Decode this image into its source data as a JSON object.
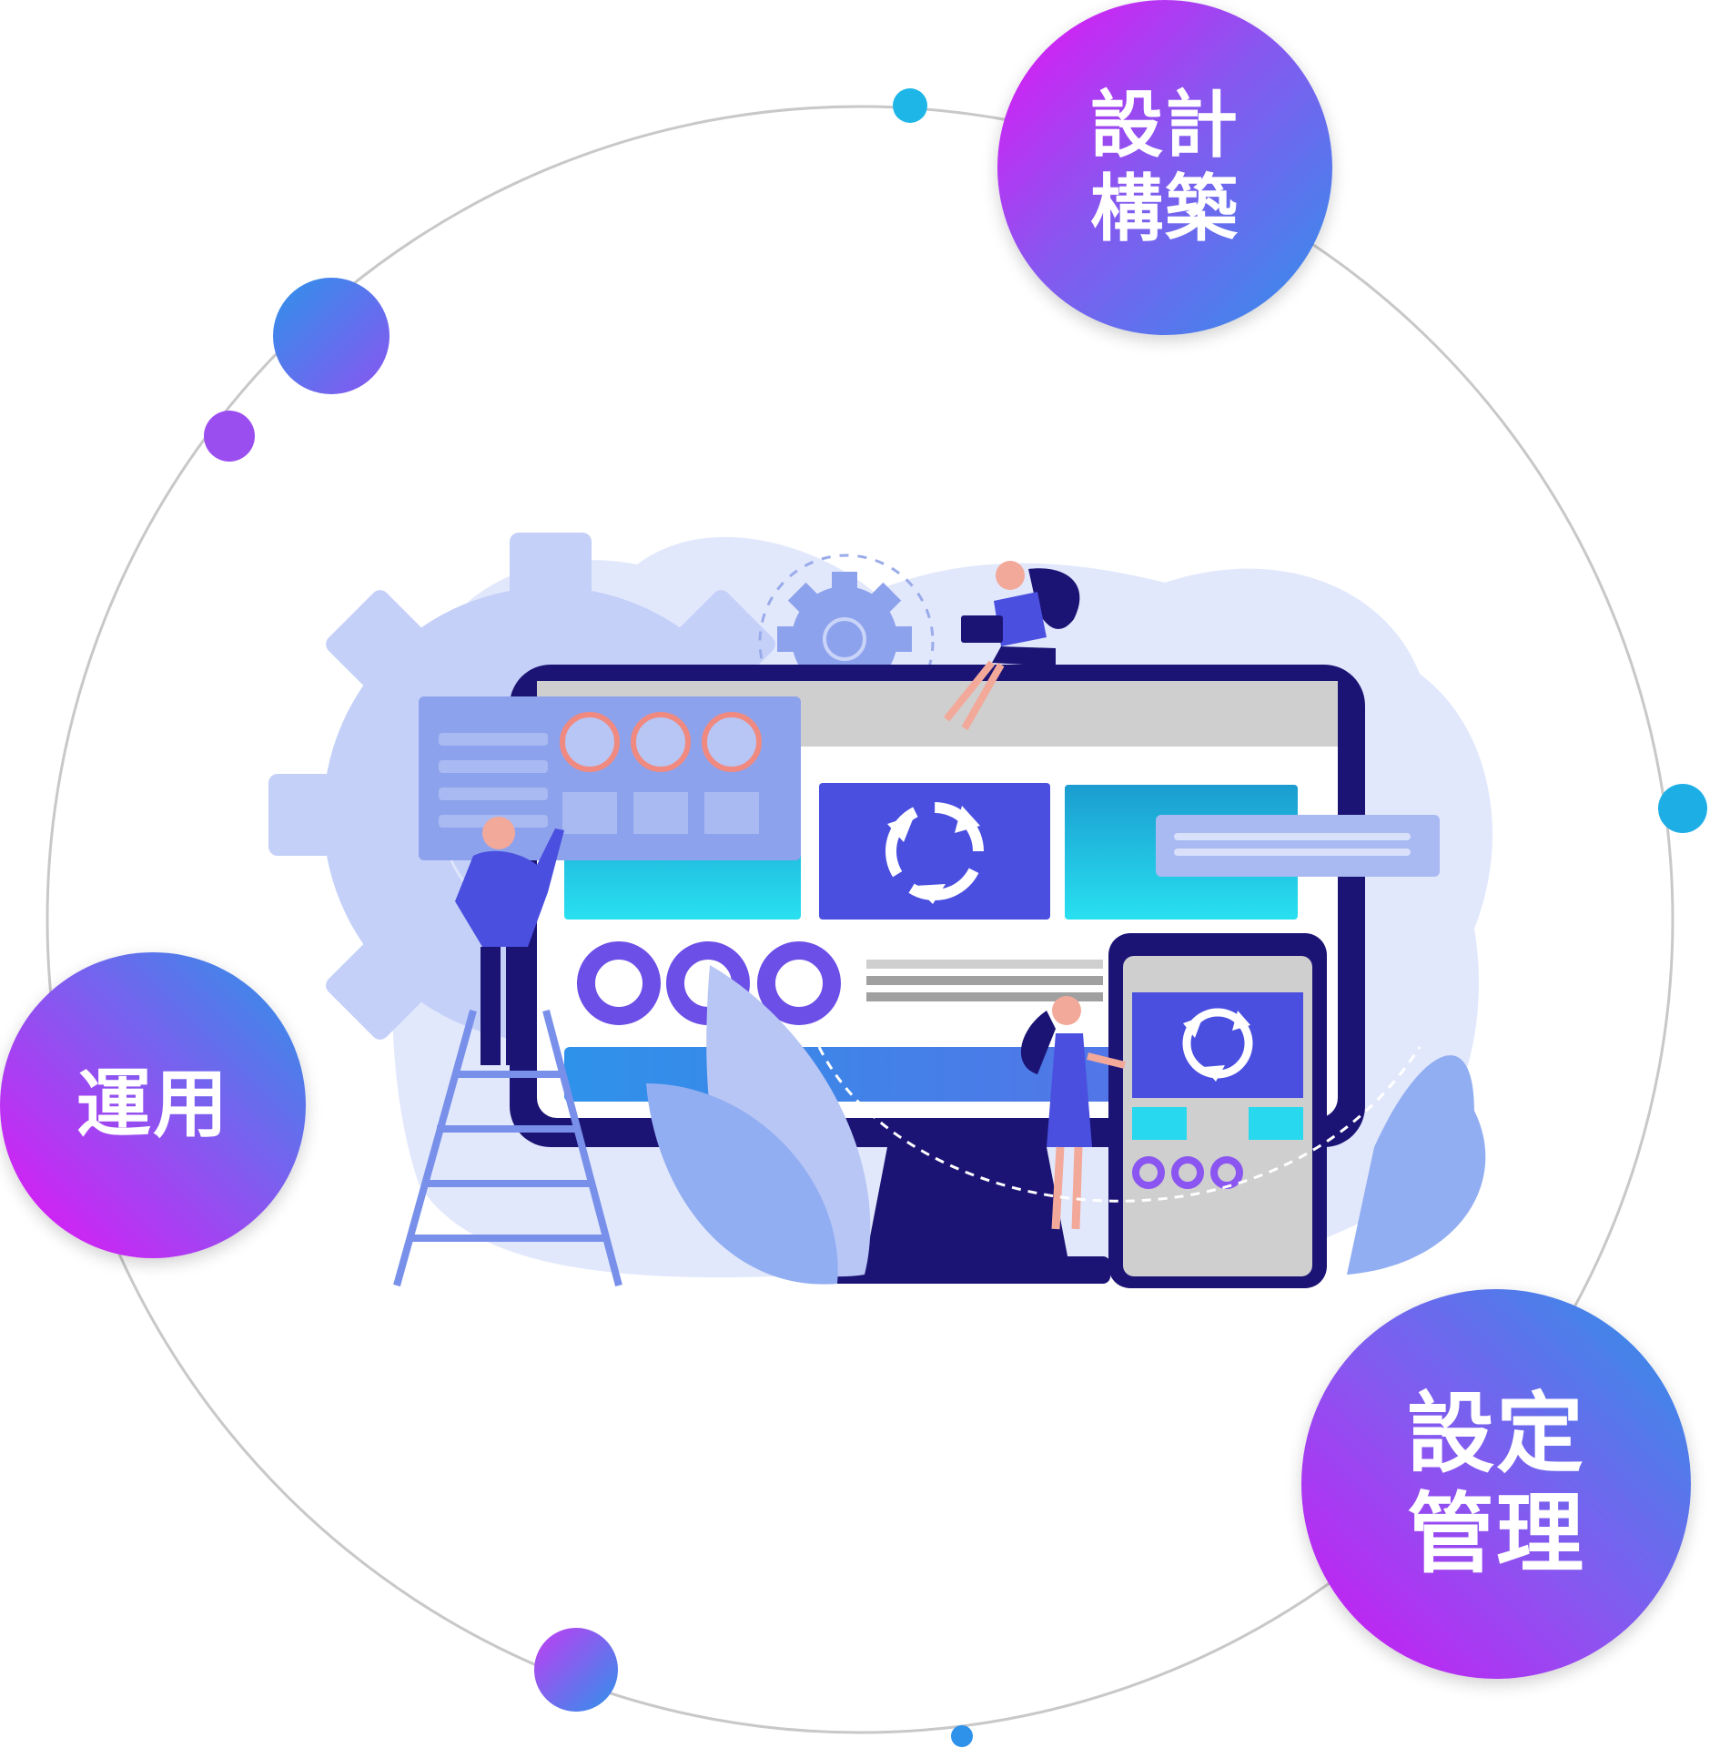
{
  "nodes": {
    "design": {
      "line1": "設計",
      "line2": "構築"
    },
    "operation": {
      "line1": "運用"
    },
    "config": {
      "line1": "設定",
      "line2": "管理"
    }
  },
  "colors": {
    "magenta": "#e812f5",
    "violet": "#8a55f0",
    "blue": "#2e92ea",
    "cyan": "#1eb6e6",
    "navy": "#1b1475",
    "indigo": "#4a4fe0",
    "lavender": "#c9d4f8",
    "orbit": "#c8c8c8"
  },
  "icons": {
    "orbit": "orbit-ring",
    "illustration": "web-development-team",
    "refresh": "refresh-icon",
    "gear": "gear-icon"
  }
}
